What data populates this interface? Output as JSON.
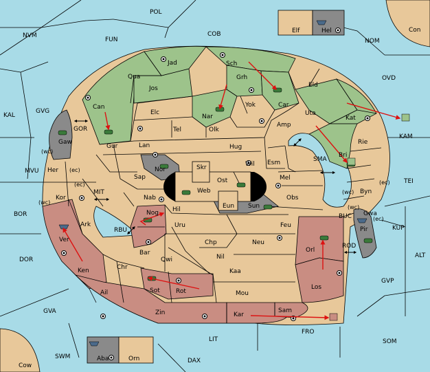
{
  "map": {
    "colors": {
      "water": "#a8dbe7",
      "neutral": "#e8c89a",
      "green_power": "#9dc38b",
      "red_power": "#c98d82",
      "grey_power": "#8a8a8a",
      "order_arrow": "#dd1111"
    },
    "labels": {
      "POL": "POL",
      "NVM": "NVM",
      "FUN": "FUN",
      "COB": "COB",
      "NOM": "NOM",
      "Con": "Con",
      "Elf": "Elf",
      "Hel": "Hel",
      "OVD": "OVD",
      "KAL": "KAL",
      "GVG": "GVG",
      "GOR": "GOR",
      "KAM": "KAM",
      "MVU": "MVU",
      "SMA": "SMA",
      "TEI": "TEI",
      "MIT": "MIT",
      "BOR": "BOR",
      "RBU": "RBU",
      "BUC": "BUC",
      "KUP": "KUP",
      "DOR": "DOR",
      "ROD": "ROD",
      "ALT": "ALT",
      "GVP": "GVP",
      "GVA": "GVA",
      "FRO": "FRO",
      "SOM": "SOM",
      "LIT": "LIT",
      "SWM": "SWM",
      "DAX": "DAX",
      "Cow": "Cow",
      "Aba": "Aba",
      "Orn": "Orn",
      "Jad": "Jad",
      "Sch": "Sch",
      "Qua": "Qua",
      "Jos": "Jos",
      "Grh": "Grh",
      "Eld": "Eld",
      "Can": "Can",
      "Car": "Car",
      "Nar": "Nar",
      "Yok": "Yok",
      "Uta": "Uta",
      "Kat": "Kat",
      "Elc": "Elc",
      "Amp": "Amp",
      "Gaw": "Gaw",
      "Tel": "Tel",
      "Olk": "Olk",
      "Gur": "Gur",
      "Lan": "Lan",
      "Hug": "Hug",
      "Rie": "Rie",
      "Bri": "Bri",
      "Her": "Her",
      "Nor": "Nor",
      "Wil": "Wil",
      "Esm": "Esm",
      "Skr": "Skr",
      "Sap": "Sap",
      "Ost": "Ost",
      "Mel": "Mel",
      "Web": "Web",
      "Byn": "Byn",
      "Kor": "Kor",
      "Nab": "Nab",
      "Eun": "Eun",
      "Sun": "Sun",
      "Obs": "Obs",
      "Hil": "Hil",
      "Gwa": "Gwa",
      "Nog": "Nog",
      "Uru": "Uru",
      "Feu": "Feu",
      "Ark": "Ark",
      "Pir": "Pir",
      "Ver": "Ver",
      "Chp": "Chp",
      "Neu": "Neu",
      "Orl": "Orl",
      "Bar": "Bar",
      "Nil": "Nil",
      "Qwi": "Qwi",
      "Ken": "Ken",
      "Chr": "Chr",
      "Kaa": "Kaa",
      "Sot": "Sot",
      "Rot": "Rot",
      "Los": "Los",
      "Ail": "Ail",
      "Mou": "Mou",
      "Zin": "Zin",
      "Sam": "Sam",
      "Kar": "Kar",
      "wc": "(wc)",
      "ec": "(ec)"
    }
  }
}
